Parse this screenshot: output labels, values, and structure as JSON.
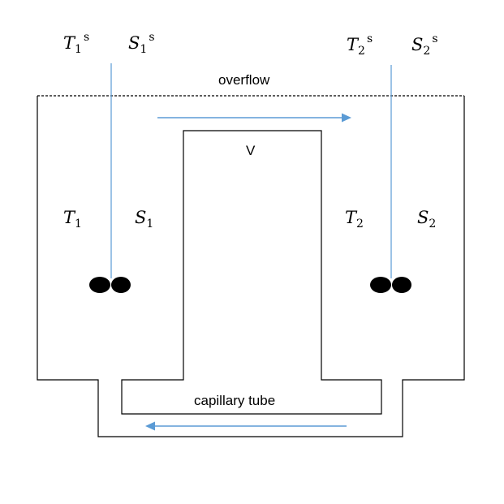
{
  "labels": {
    "overflow": "overflow",
    "volume": "V",
    "capillary_tube": "capillary tube"
  },
  "probe_labels": {
    "left_temperature": {
      "base": "T",
      "sub": "1",
      "sup": "s"
    },
    "left_salinity": {
      "base": "S",
      "sub": "1",
      "sup": "s"
    },
    "right_temperature": {
      "base": "T",
      "sub": "2",
      "sup": "s"
    },
    "right_salinity": {
      "base": "S",
      "sub": "2",
      "sup": "s"
    }
  },
  "reservoir_labels": {
    "left_temperature": {
      "base": "T",
      "sub": "1"
    },
    "left_salinity": {
      "base": "S",
      "sub": "1"
    },
    "right_temperature": {
      "base": "T",
      "sub": "2"
    },
    "right_salinity": {
      "base": "S",
      "sub": "2"
    }
  },
  "colors": {
    "walls": "#000000",
    "flow_arrows": "#5b9bd5",
    "probe_lines": "#5b9bd5",
    "stirrers": "#000000"
  }
}
